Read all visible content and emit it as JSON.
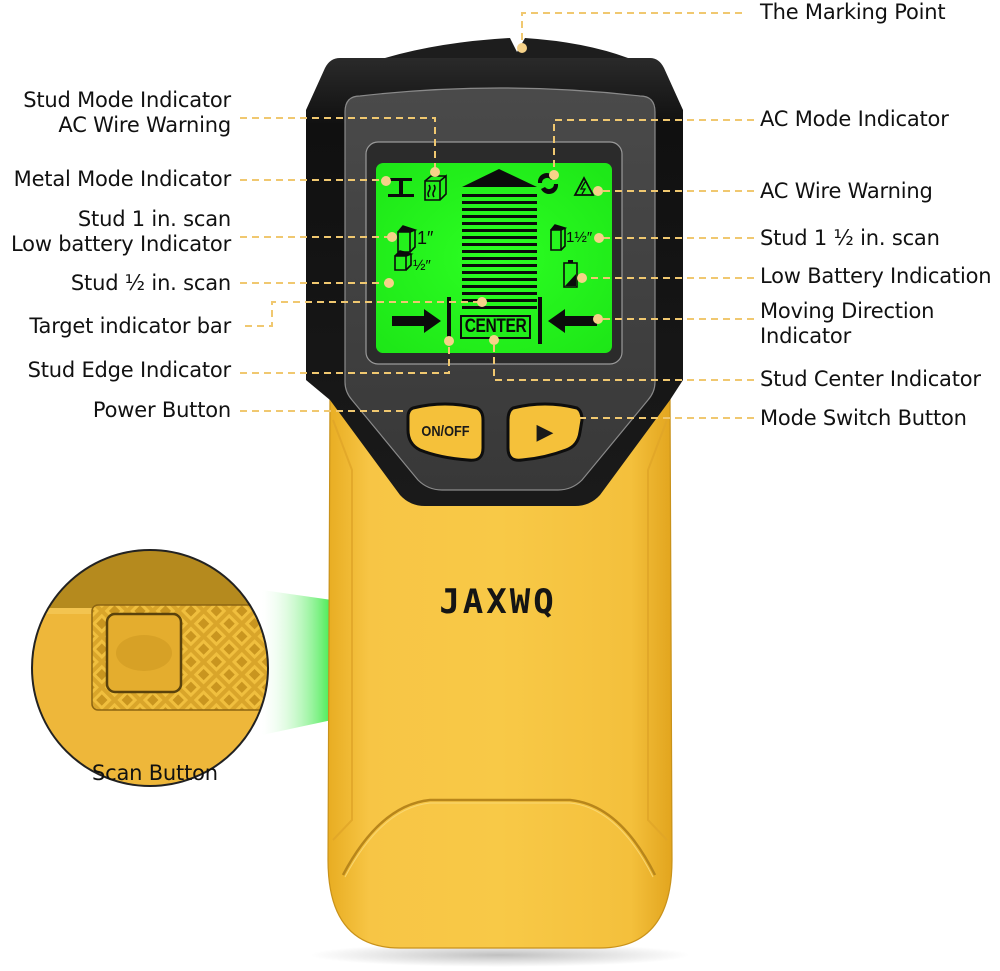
{
  "product": {
    "brand": "JAXWQ",
    "type": "stud finder / wall scanner",
    "colors": {
      "body_yellow": "#f5c13a",
      "bezel_black": "#1b1b1b",
      "panel_gray": "#3d3d3d",
      "lcd_green": "#25f21d",
      "callout_line": "#f0c870",
      "callout_dot": "#f6d289"
    }
  },
  "buttons": {
    "power": {
      "label": "ON/OFF"
    },
    "mode": {
      "label": "▶"
    }
  },
  "lcd": {
    "center_label": "CENTER",
    "stud_1in": "1″",
    "stud_half_in": "½″",
    "stud_1_5in": "1½″",
    "scale_bars": 17
  },
  "callouts": {
    "left": [
      {
        "id": "stud-mode-ac-wire",
        "lines": [
          "Stud Mode Indicator",
          "AC Wire Warning"
        ]
      },
      {
        "id": "metal-mode",
        "lines": [
          "Metal Mode Indicator"
        ]
      },
      {
        "id": "stud-1in-low-battery",
        "lines": [
          "Stud 1 in. scan",
          "Low battery Indicator"
        ]
      },
      {
        "id": "stud-half-in",
        "lines": [
          "Stud ½ in. scan"
        ]
      },
      {
        "id": "target-indicator-bar",
        "lines": [
          "Target indicator bar"
        ]
      },
      {
        "id": "stud-edge",
        "lines": [
          "Stud Edge Indicator"
        ]
      },
      {
        "id": "power-button",
        "lines": [
          "Power Button"
        ]
      }
    ],
    "right": [
      {
        "id": "marking-point",
        "lines": [
          "The Marking Point"
        ]
      },
      {
        "id": "ac-mode",
        "lines": [
          "AC Mode Indicator"
        ]
      },
      {
        "id": "ac-wire-warning",
        "lines": [
          "AC Wire Warning"
        ]
      },
      {
        "id": "stud-1-5in",
        "lines": [
          "Stud 1 ½ in. scan"
        ]
      },
      {
        "id": "low-battery",
        "lines": [
          "Low Battery Indication"
        ]
      },
      {
        "id": "moving-direction",
        "lines": [
          "Moving Direction",
          "Indicator"
        ]
      },
      {
        "id": "stud-center",
        "lines": [
          "Stud Center Indicator"
        ]
      },
      {
        "id": "mode-switch",
        "lines": [
          "Mode Switch Button"
        ]
      }
    ],
    "inset": {
      "id": "scan-button",
      "lines": [
        "Scan Button"
      ]
    }
  }
}
